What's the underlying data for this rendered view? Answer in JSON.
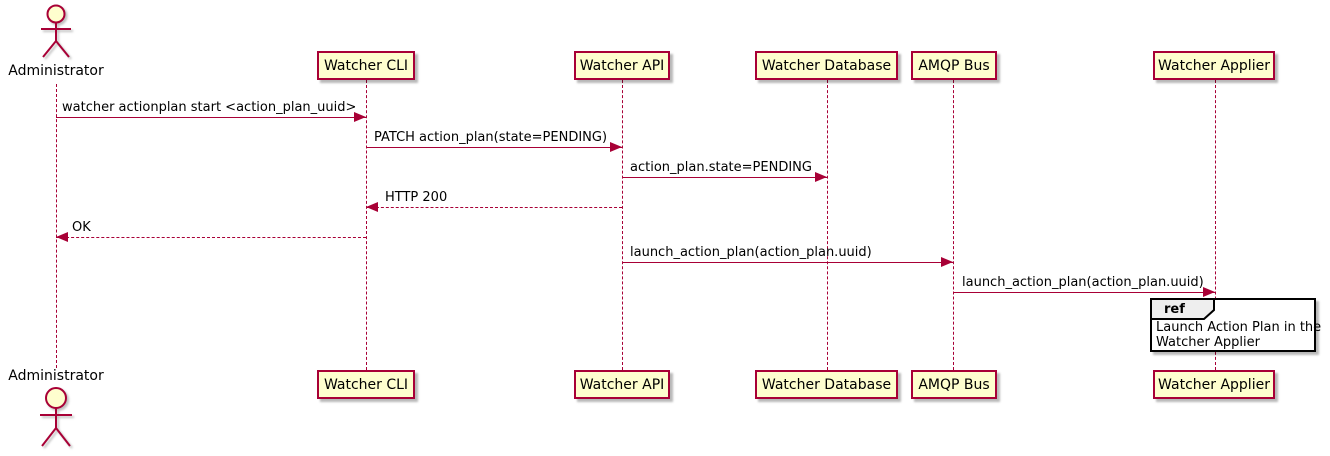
{
  "diagram": {
    "type": "sequence",
    "actor": {
      "name": "Administrator"
    },
    "participants": [
      {
        "id": "cli",
        "label": "Watcher CLI"
      },
      {
        "id": "api",
        "label": "Watcher API"
      },
      {
        "id": "db",
        "label": "Watcher Database"
      },
      {
        "id": "amqp",
        "label": "AMQP Bus"
      },
      {
        "id": "applier",
        "label": "Watcher Applier"
      }
    ],
    "messages": [
      {
        "from": "Administrator",
        "to": "Watcher CLI",
        "style": "solid",
        "label": "watcher actionplan start <action_plan_uuid>"
      },
      {
        "from": "Watcher CLI",
        "to": "Watcher API",
        "style": "solid",
        "label": "PATCH action_plan(state=PENDING)"
      },
      {
        "from": "Watcher API",
        "to": "Watcher Database",
        "style": "solid",
        "label": "action_plan.state=PENDING"
      },
      {
        "from": "Watcher API",
        "to": "Watcher CLI",
        "style": "dashed",
        "label": "HTTP 200"
      },
      {
        "from": "Watcher CLI",
        "to": "Administrator",
        "style": "dashed",
        "label": "OK"
      },
      {
        "from": "Watcher API",
        "to": "AMQP Bus",
        "style": "solid",
        "label": "launch_action_plan(action_plan.uuid)"
      },
      {
        "from": "AMQP Bus",
        "to": "Watcher Applier",
        "style": "solid",
        "label": "launch_action_plan(action_plan.uuid)"
      }
    ],
    "ref": {
      "tag": "ref",
      "line1": "Launch Action Plan in the",
      "line2": "Watcher Applier"
    },
    "colors": {
      "participant_fill": "#FEFECE",
      "line": "#A80036",
      "ref_tab_fill": "#EEEEEE",
      "ref_border": "#000000",
      "text": "#000000"
    }
  }
}
